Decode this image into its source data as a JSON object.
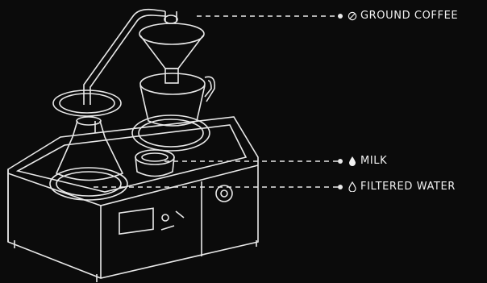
{
  "labels": {
    "ground_coffee": "GROUND COFFEE",
    "milk": "MILK",
    "filtered_water": "FILTERED WATER"
  },
  "icons": {
    "ground_coffee": "bean-icon",
    "milk": "filled-drop-icon",
    "filtered_water": "outline-drop-icon"
  },
  "colors": {
    "background": "#0b0b0b",
    "line": "#e8e8e8",
    "text": "#f2f2f2"
  }
}
